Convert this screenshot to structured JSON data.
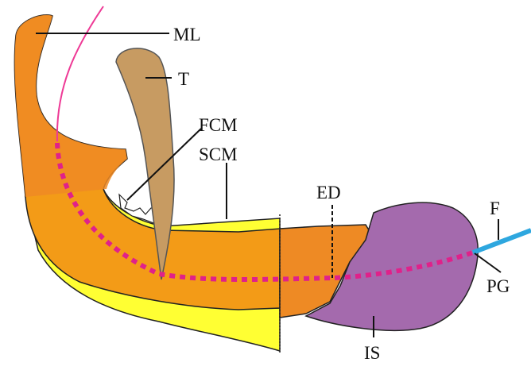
{
  "colors": {
    "background": "#ffffff",
    "main_body": "#f39b17",
    "main_body_dark": "#ee8a24",
    "yellow_layer": "#ffff33",
    "tooth": "#c79b62",
    "tooth_outline": "#555555",
    "purple_region": "#a46aad",
    "dotted_path": "#e0218a",
    "pink_line": "#ee3a96",
    "blue_line": "#2ea7df",
    "outline": "#222222"
  },
  "labels": {
    "ml": "ML",
    "t": "T",
    "fcm": "FCM",
    "scm": "SCM",
    "ed": "ED",
    "f": "F",
    "pg": "PG",
    "is": "IS"
  }
}
